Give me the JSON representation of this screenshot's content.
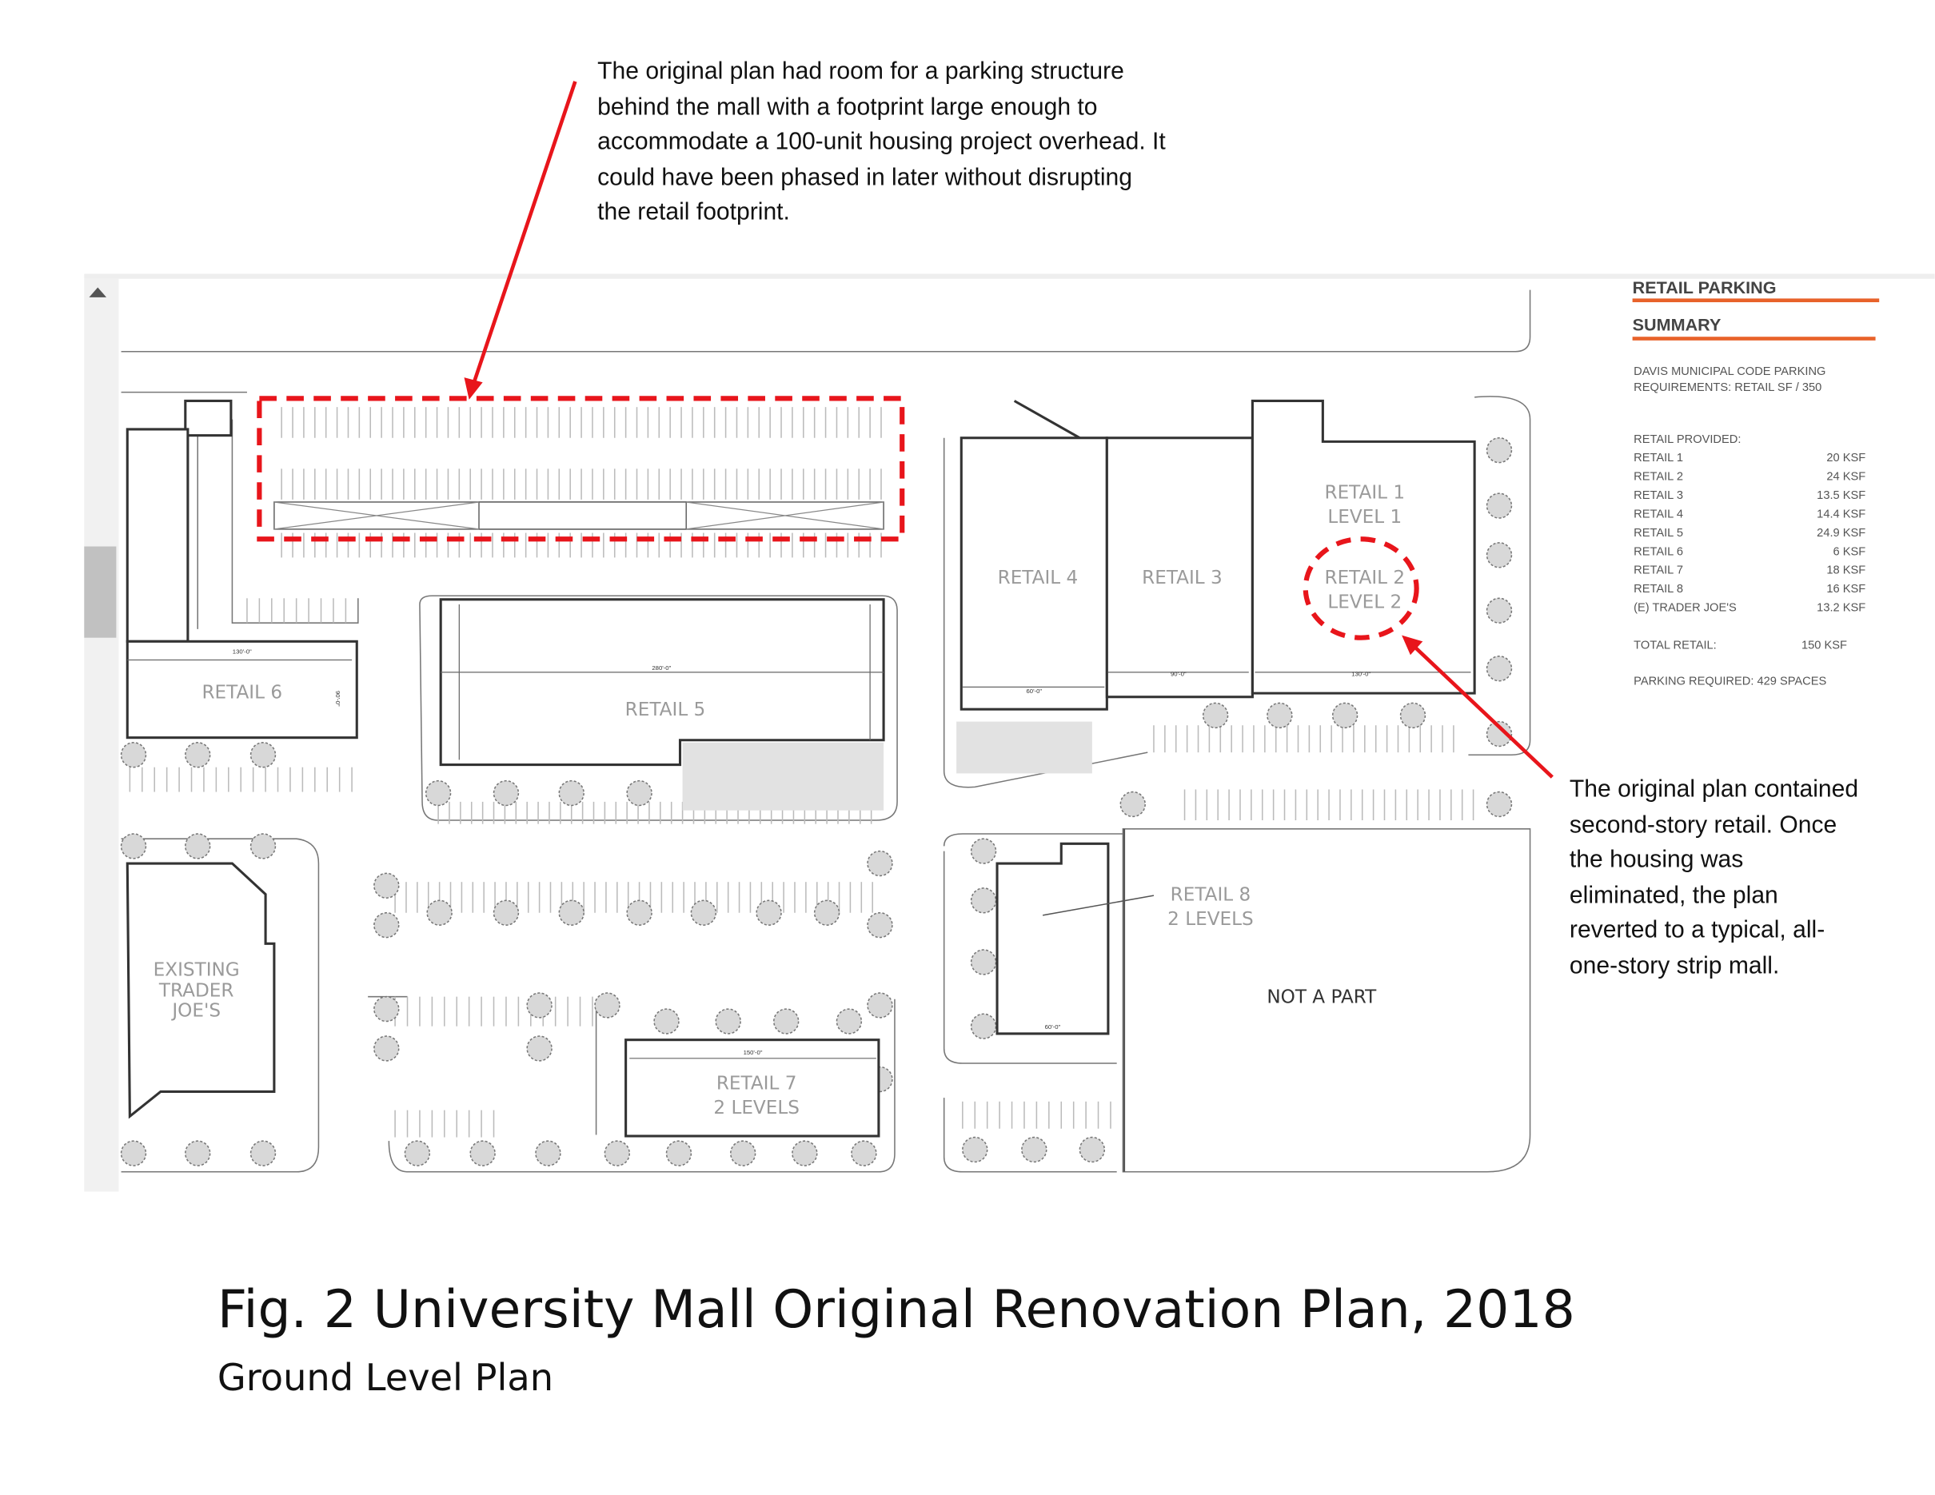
{
  "annotations": {
    "top": [
      "The original plan had room for a parking structure",
      "behind the mall with a footprint large enough to",
      "accommodate a 100-unit housing project overhead. It",
      "could  have been phased in later without disrupting",
      "the retail footprint."
    ],
    "right": [
      "The original plan contained",
      "second-story  retail. Once",
      "the housing was",
      "eliminated, the plan",
      "reverted to a typical, all-",
      "one-story strip mall."
    ],
    "color": "#e8151b"
  },
  "plan": {
    "labels": {
      "retail1": [
        "RETAIL 1",
        "LEVEL 1"
      ],
      "retail2": [
        "RETAIL 2",
        "LEVEL 2"
      ],
      "retail3": "RETAIL 3",
      "retail4": "RETAIL 4",
      "retail5": "RETAIL 5",
      "retail6": "RETAIL 6",
      "retail7": [
        "RETAIL 7",
        "2 LEVELS"
      ],
      "retail8": [
        "RETAIL 8",
        "2 LEVELS"
      ],
      "trader_joes": [
        "EXISTING",
        "TRADER",
        "JOE'S"
      ],
      "not_a_part": "NOT A PART"
    },
    "dimensions": {
      "retail6_w": "130'-0\"",
      "retail6_h": "90'-0\"",
      "retail5_w": "280'-0\"",
      "retail4_w": "60'-0\"",
      "retail3_w": "90'-0\"",
      "retail12_w": "130'-0\"",
      "retail7_w": "150'-0\"",
      "retail8_w": "60'-0\""
    }
  },
  "summary": {
    "title1": "RETAIL PARKING",
    "title2": "SUMMARY",
    "code_req": [
      "DAVIS MUNICIPAL CODE PARKING",
      "REQUIREMENTS:  RETAIL SF / 350"
    ],
    "provided_label": "RETAIL PROVIDED:",
    "rows": [
      {
        "name": "RETAIL 1",
        "value": "20  KSF"
      },
      {
        "name": "RETAIL 2",
        "value": "24  KSF"
      },
      {
        "name": "RETAIL 3",
        "value": "13.5 KSF"
      },
      {
        "name": "RETAIL 4",
        "value": "14.4 KSF"
      },
      {
        "name": "RETAIL 5",
        "value": "24.9 KSF"
      },
      {
        "name": "RETAIL 6",
        "value": "6  KSF"
      },
      {
        "name": "RETAIL 7",
        "value": "18  KSF"
      },
      {
        "name": "RETAIL 8",
        "value": "16  KSF"
      },
      {
        "name": "(E) TRADER JOE'S",
        "value": "13.2 KSF"
      }
    ],
    "total_label": "TOTAL RETAIL:",
    "total_value": "150 KSF",
    "parking_required": "PARKING REQUIRED: 429 SPACES",
    "accent": "#e8622a"
  },
  "caption": {
    "title": "Fig. 2  University Mall Original Renovation Plan, 2018",
    "subtitle": "Ground Level Plan"
  }
}
